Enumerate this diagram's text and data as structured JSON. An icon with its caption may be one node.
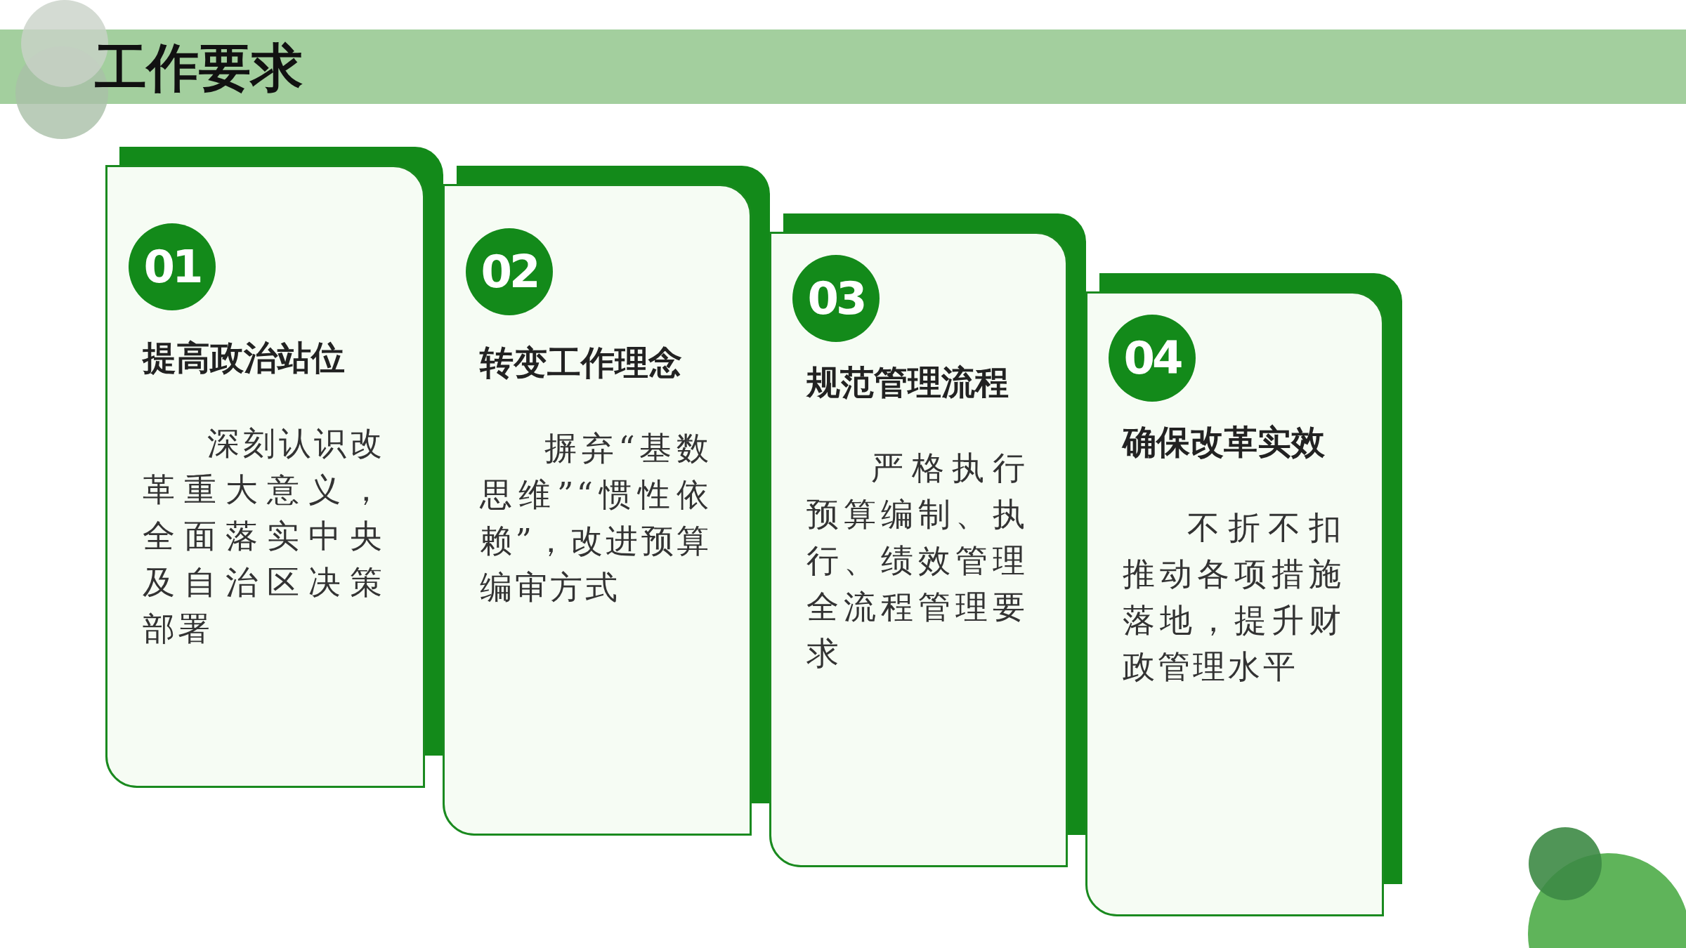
{
  "diagram": {
    "title": "工作要求",
    "nodes": [
      {
        "text": [
          "提高政治站位",
          "深刻认识改革重大意义，全面落实中央及自治区决策部署"
        ]
      },
      {
        "text": [
          "01"
        ],
        "in": 0
      },
      {
        "text": [
          "转变工作理念",
          "摒弃“基数思维”“惯性依赖”，改进预算编审方式"
        ]
      },
      {
        "text": [
          "02"
        ],
        "in": 2
      },
      {
        "text": [
          "规范管理流程",
          "严格执行预算编制、执行、绩效管理全流程管理要求"
        ]
      },
      {
        "text": [
          "03"
        ],
        "in": 4
      },
      {
        "text": [
          "确保改革实效",
          "不折不扣推动各项措施落地，提升财政管理水平"
        ]
      },
      {
        "text": [
          "04"
        ],
        "in": 6
      }
    ],
    "edges": []
  }
}
